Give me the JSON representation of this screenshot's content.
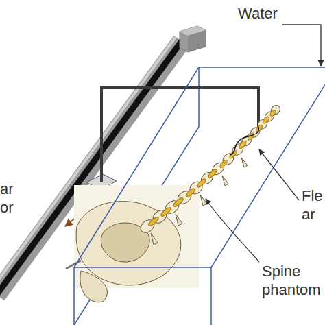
{
  "diagram": {
    "labels": [
      "Water",
      "ar or",
      "Fle ar",
      "Spine phantom"
    ]
  }
}
